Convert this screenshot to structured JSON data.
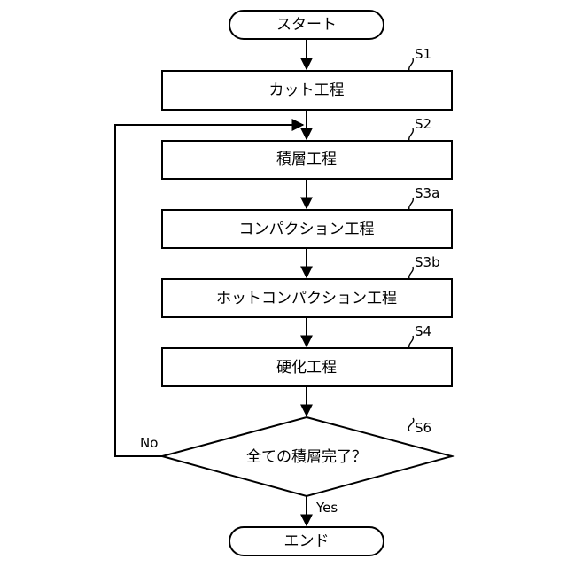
{
  "nodes": {
    "start": "スタート",
    "cut": "カット工程",
    "laminate": "積層工程",
    "compaction": "コンパクション工程",
    "hot_compaction": "ホットコンパクション工程",
    "cure": "硬化工程",
    "decision": "全ての積層完了？",
    "end": "エンド"
  },
  "step_labels": {
    "cut": "S1",
    "laminate": "S2",
    "compaction": "S3a",
    "hot_compaction": "S3b",
    "cure": "S4",
    "decision": "S6"
  },
  "branches": {
    "no": "No",
    "yes": "Yes"
  }
}
